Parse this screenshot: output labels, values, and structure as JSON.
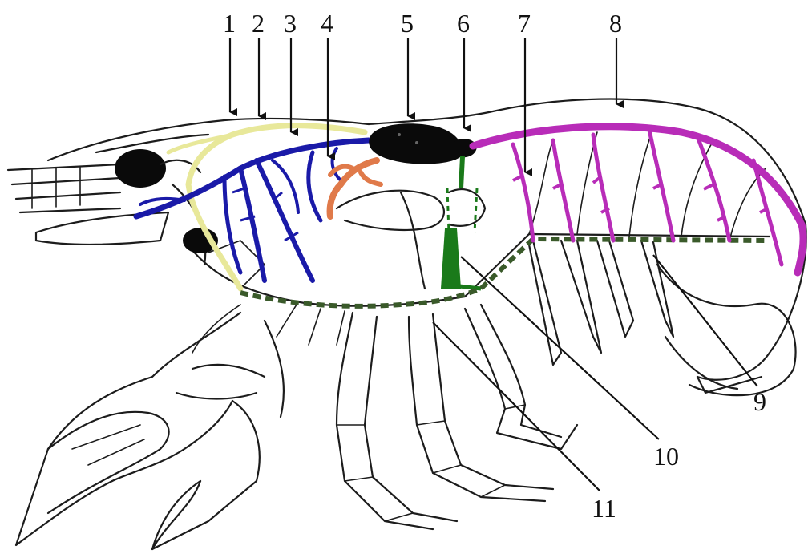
{
  "figure": {
    "labels": [
      "1",
      "2",
      "3",
      "4",
      "5",
      "6",
      "7",
      "8",
      "9",
      "10",
      "11"
    ]
  },
  "colors": {
    "outline": "#1c1c1c",
    "vessel_1": "#e8e89a",
    "vessel_2": "#1a1aa8",
    "vessel_3": "#e07a4a",
    "vessel_4": "#1a7a1a",
    "vessel_5": "#b82cb8",
    "heart": "#0a0a0a",
    "ventral_vessel": "#3a5a2a"
  }
}
